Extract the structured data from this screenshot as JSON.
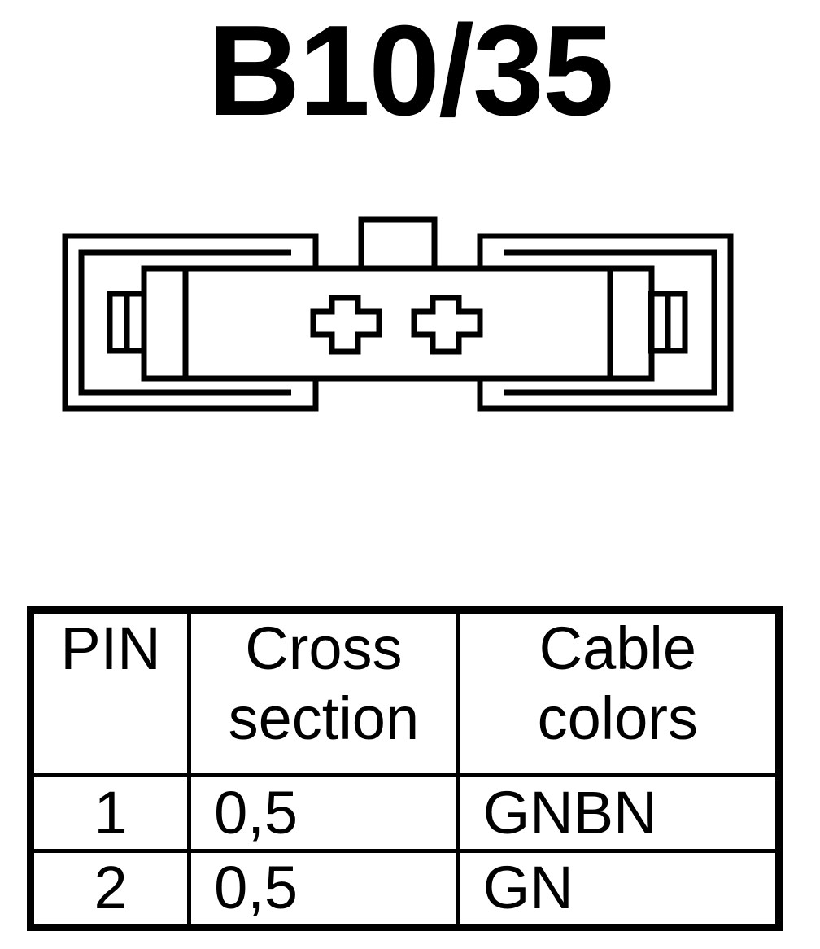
{
  "title": "B10/35",
  "table": {
    "headers": {
      "pin": "PIN",
      "cross_section": [
        "Cross",
        "section"
      ],
      "cable_colors": [
        "Cable",
        "colors"
      ]
    },
    "rows": [
      {
        "pin": "1",
        "cross_section": "0,5",
        "cable_color": "GNBN"
      },
      {
        "pin": "2",
        "cross_section": "0,5",
        "cable_color": "GN"
      }
    ]
  },
  "colors": {
    "line": "#000000",
    "background": "#ffffff"
  }
}
